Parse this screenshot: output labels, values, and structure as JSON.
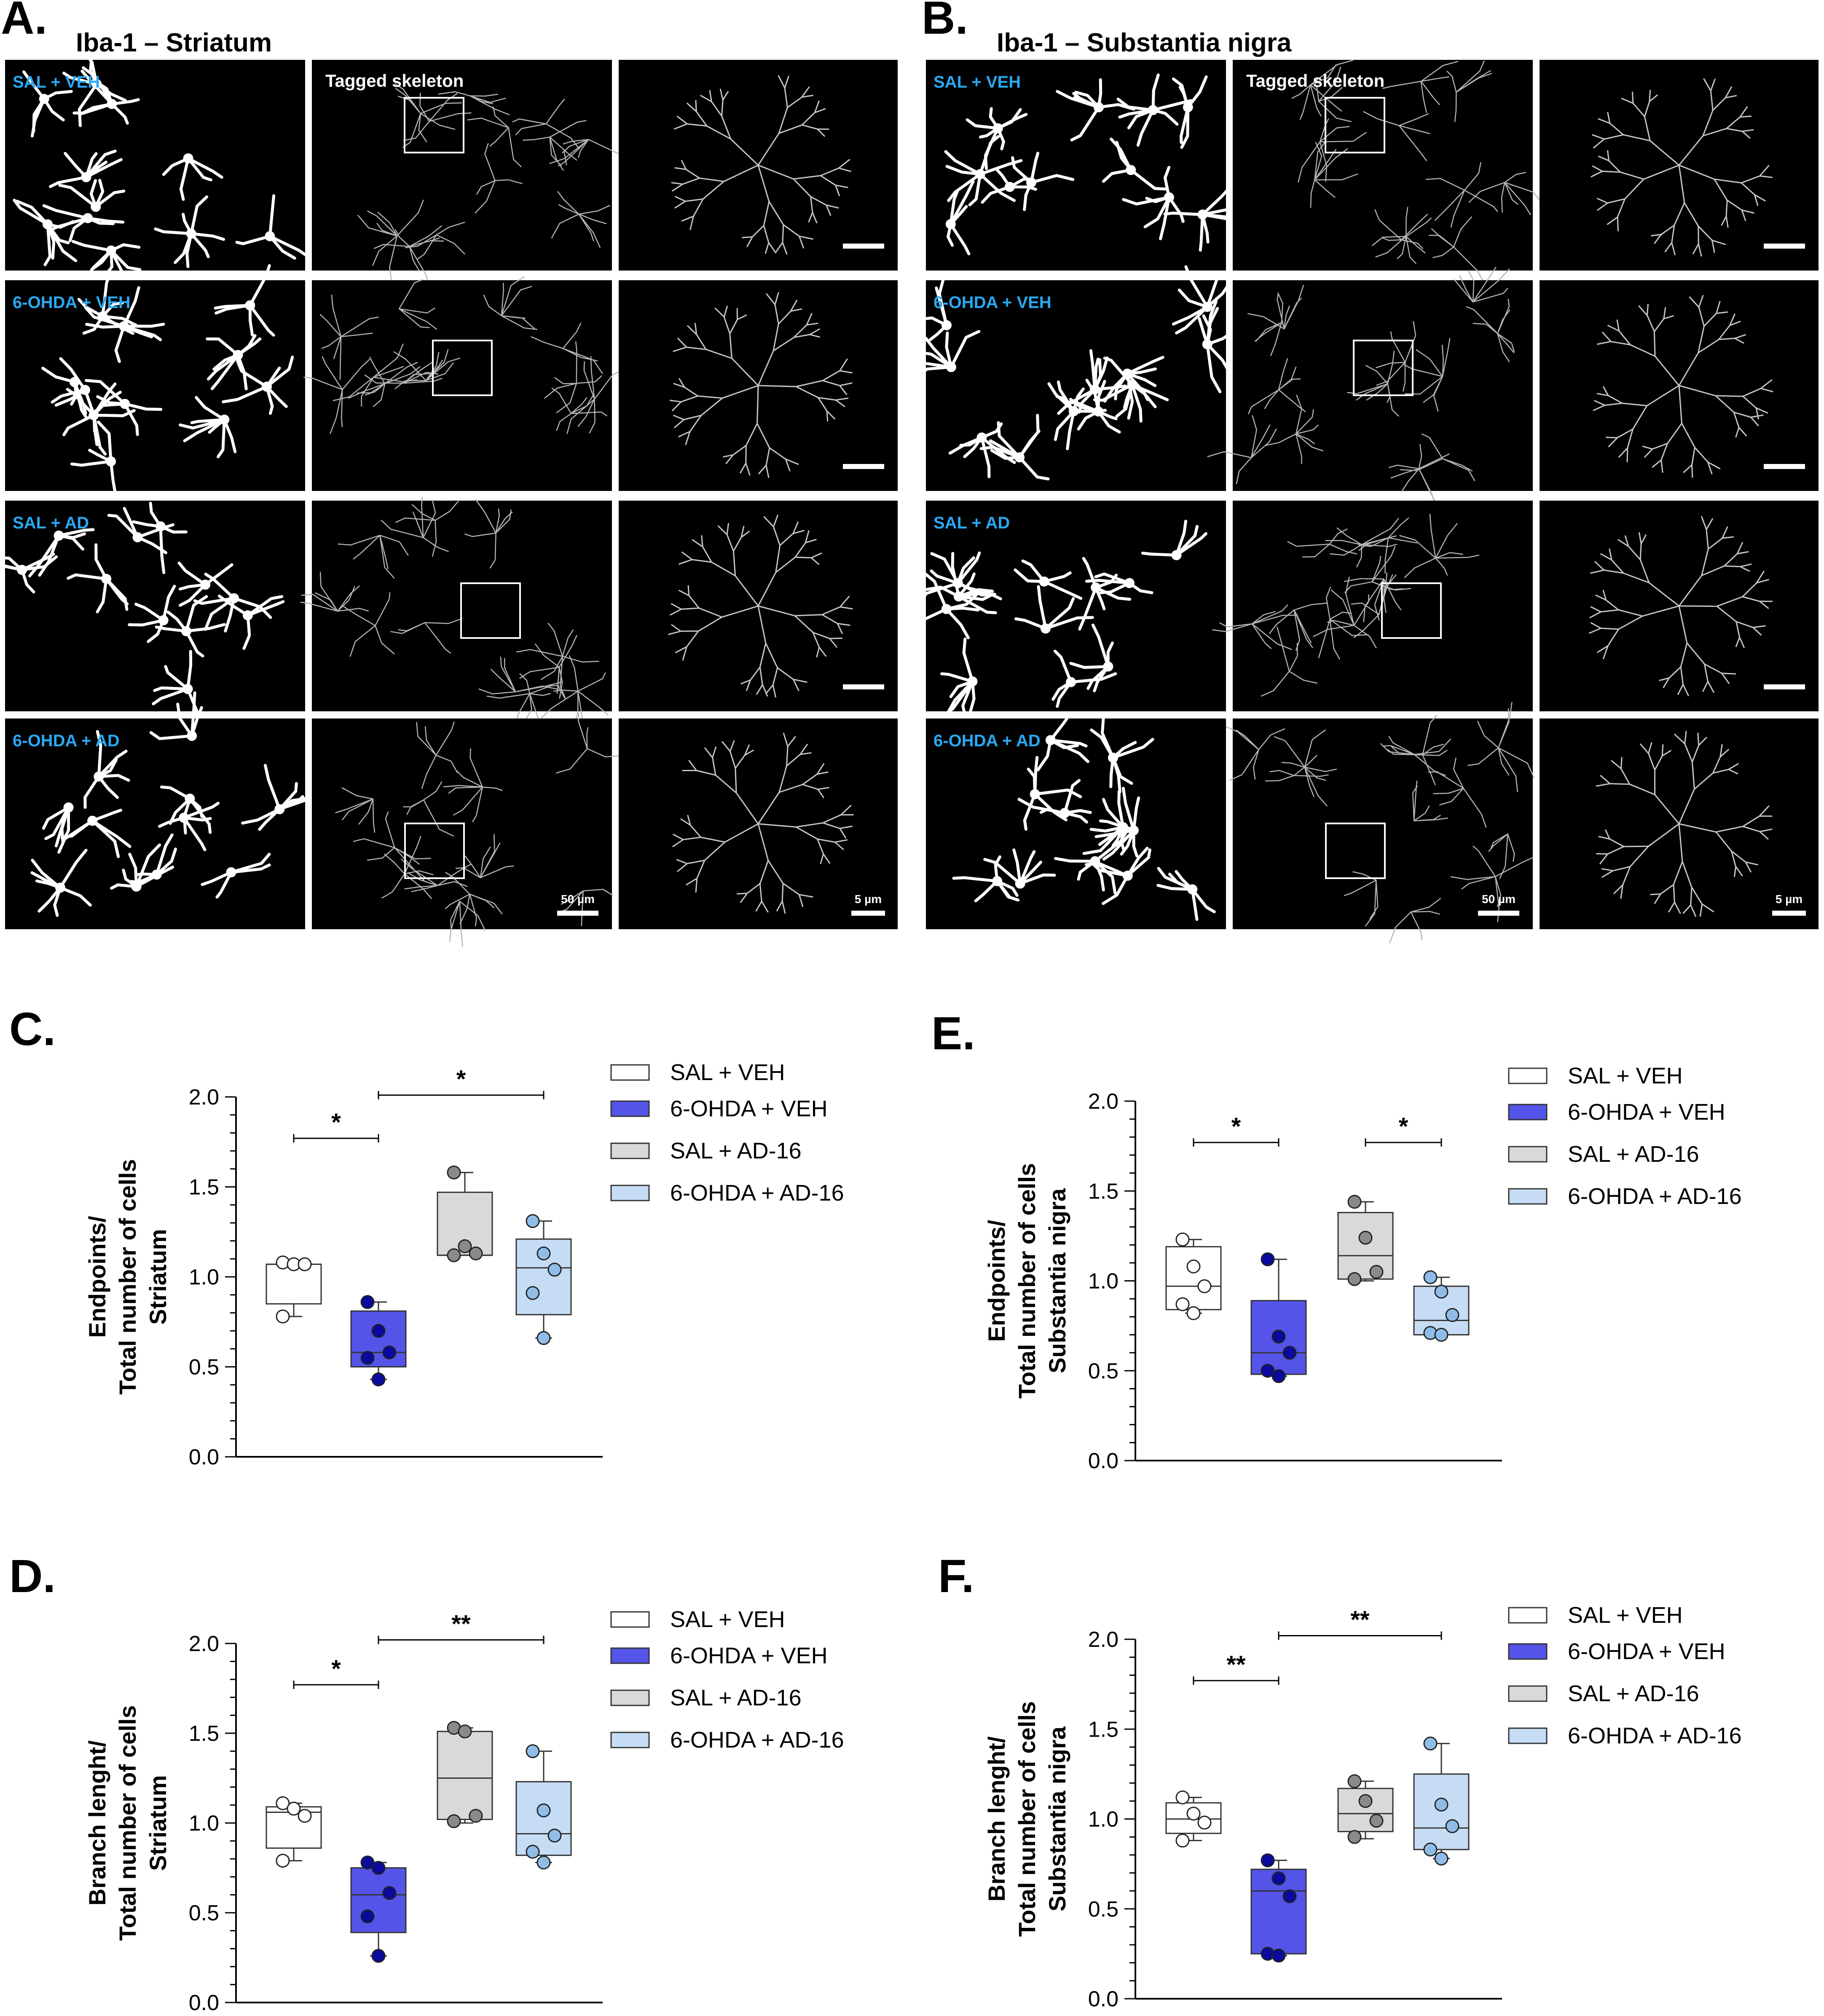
{
  "colors": {
    "fill_SAL_VEH": "#ffffff",
    "fill_6OHDA_VEH": "#5454e8",
    "fill_SAL_AD": "#d9d9d9",
    "fill_6OHDA_AD": "#c6dcf4",
    "dot_SAL_VEH": "#ffffff",
    "dot_6OHDA_VEH": "#0a0a9c",
    "dot_SAL_AD": "#8a8a8a",
    "dot_6OHDA_AD": "#8fbde8",
    "micro_label": "#2aa8f2",
    "panel_bg": "#000000"
  },
  "panel_A": {
    "letter": "A.",
    "title": "Iba-1 – Striatum",
    "col2_label": "Tagged skeleton",
    "row_labels": [
      "SAL + VEH",
      "6-OHDA + VEH",
      "SAL + AD",
      "6-OHDA + AD"
    ],
    "scale_50": "50 µm",
    "scale_5": "5 µm"
  },
  "panel_B": {
    "letter": "B.",
    "title": "Iba-1 – Substantia nigra",
    "col2_label": "Tagged skeleton",
    "row_labels": [
      "SAL + VEH",
      "6-OHDA + VEH",
      "SAL + AD",
      "6-OHDA + AD"
    ],
    "scale_50": "50 µm",
    "scale_5": "5 µm"
  },
  "chart_data": [
    {
      "panel": "C.",
      "type": "box",
      "ylabel_lines": [
        "Endpoints/",
        "Total number of cells",
        "Striatum"
      ],
      "ylim": [
        0,
        2.0
      ],
      "yticks": [
        "0.0",
        "0.5",
        "1.0",
        "1.5",
        "2.0"
      ],
      "legend": [
        "SAL + VEH",
        "6-OHDA + VEH",
        "SAL + AD-16",
        "6-OHDA + AD-16"
      ],
      "groups": [
        {
          "box": [
            0.85,
            1.07
          ],
          "median": 1.07,
          "whiskers": [
            0.78,
            1.08
          ],
          "points": [
            1.08,
            1.07,
            1.07,
            0.78
          ]
        },
        {
          "box": [
            0.5,
            0.81
          ],
          "median": 0.58,
          "whiskers": [
            0.43,
            0.86
          ],
          "points": [
            0.86,
            0.7,
            0.58,
            0.55,
            0.43
          ]
        },
        {
          "box": [
            1.12,
            1.47
          ],
          "median": 1.12,
          "whiskers": [
            1.12,
            1.58
          ],
          "points": [
            1.58,
            1.17,
            1.13,
            1.12
          ]
        },
        {
          "box": [
            0.79,
            1.21
          ],
          "median": 1.05,
          "whiskers": [
            0.66,
            1.31
          ],
          "points": [
            1.31,
            1.13,
            1.04,
            0.91,
            0.66
          ]
        }
      ],
      "significance": [
        {
          "from": 0,
          "to": 1,
          "label": "*",
          "y": 1.77
        },
        {
          "from": 1,
          "to": 3,
          "label": "*",
          "y": 2.01
        }
      ]
    },
    {
      "panel": "D.",
      "type": "box",
      "ylabel_lines": [
        "Branch lenght/",
        "Total number of cells",
        "Striatum"
      ],
      "ylim": [
        0,
        2.0
      ],
      "yticks": [
        "0.0",
        "0.5",
        "1.0",
        "1.5",
        "2.0"
      ],
      "legend": [
        "SAL + VEH",
        "6-OHDA + VEH",
        "SAL + AD-16",
        "6-OHDA + AD-16"
      ],
      "groups": [
        {
          "box": [
            0.86,
            1.09
          ],
          "median": 1.06,
          "whiskers": [
            0.79,
            1.11
          ],
          "points": [
            1.11,
            1.08,
            1.04,
            0.79
          ]
        },
        {
          "box": [
            0.39,
            0.75
          ],
          "median": 0.6,
          "whiskers": [
            0.26,
            0.78
          ],
          "points": [
            0.78,
            0.75,
            0.61,
            0.48,
            0.26
          ]
        },
        {
          "box": [
            1.02,
            1.51
          ],
          "median": 1.25,
          "whiskers": [
            1.0,
            1.53
          ],
          "points": [
            1.53,
            1.51,
            1.04,
            1.01
          ]
        },
        {
          "box": [
            0.82,
            1.23
          ],
          "median": 0.94,
          "whiskers": [
            0.78,
            1.4
          ],
          "points": [
            1.4,
            1.07,
            0.93,
            0.84,
            0.78
          ]
        }
      ],
      "significance": [
        {
          "from": 0,
          "to": 1,
          "label": "*",
          "y": 1.77
        },
        {
          "from": 1,
          "to": 3,
          "label": "**",
          "y": 2.02
        }
      ]
    },
    {
      "panel": "E.",
      "type": "box",
      "ylabel_lines": [
        "Endpoints/",
        "Total number of cells",
        "Substantia nigra"
      ],
      "ylim": [
        0,
        2.0
      ],
      "yticks": [
        "0.0",
        "0.5",
        "1.0",
        "1.5",
        "2.0"
      ],
      "legend": [
        "SAL + VEH",
        "6-OHDA + VEH",
        "SAL + AD-16",
        "6-OHDA + AD-16"
      ],
      "groups": [
        {
          "box": [
            0.84,
            1.19
          ],
          "median": 0.97,
          "whiskers": [
            0.82,
            1.23
          ],
          "points": [
            1.23,
            1.08,
            0.97,
            0.87,
            0.82
          ]
        },
        {
          "box": [
            0.48,
            0.89
          ],
          "median": 0.6,
          "whiskers": [
            0.47,
            1.12
          ],
          "points": [
            1.12,
            0.69,
            0.6,
            0.5,
            0.47
          ]
        },
        {
          "box": [
            1.01,
            1.38
          ],
          "median": 1.14,
          "whiskers": [
            1.0,
            1.44
          ],
          "points": [
            1.44,
            1.24,
            1.05,
            1.01
          ]
        },
        {
          "box": [
            0.7,
            0.97
          ],
          "median": 0.78,
          "whiskers": [
            0.7,
            1.02
          ],
          "points": [
            1.02,
            0.94,
            0.81,
            0.71,
            0.7
          ]
        }
      ],
      "significance": [
        {
          "from": 0,
          "to": 1,
          "label": "*",
          "y": 1.77
        },
        {
          "from": 2,
          "to": 3,
          "label": "*",
          "y": 1.77
        }
      ]
    },
    {
      "panel": "F.",
      "type": "box",
      "ylabel_lines": [
        "Branch lenght/",
        "Total number of cells",
        "Substantia nigra"
      ],
      "ylim": [
        0,
        2.0
      ],
      "yticks": [
        "0.0",
        "0.5",
        "1.0",
        "1.5",
        "2.0"
      ],
      "legend": [
        "SAL + VEH",
        "6-OHDA + VEH",
        "SAL + AD-16",
        "6-OHDA + AD-16"
      ],
      "groups": [
        {
          "box": [
            0.92,
            1.09
          ],
          "median": 1.0,
          "whiskers": [
            0.88,
            1.12
          ],
          "points": [
            1.12,
            1.03,
            0.98,
            0.88
          ]
        },
        {
          "box": [
            0.25,
            0.72
          ],
          "median": 0.6,
          "whiskers": [
            0.24,
            0.77
          ],
          "points": [
            0.77,
            0.67,
            0.57,
            0.25,
            0.24
          ]
        },
        {
          "box": [
            0.93,
            1.17
          ],
          "median": 1.03,
          "whiskers": [
            0.89,
            1.21
          ],
          "points": [
            1.21,
            1.1,
            0.99,
            0.9
          ]
        },
        {
          "box": [
            0.83,
            1.25
          ],
          "median": 0.95,
          "whiskers": [
            0.78,
            1.42
          ],
          "points": [
            1.42,
            1.08,
            0.96,
            0.83,
            0.78
          ]
        }
      ],
      "significance": [
        {
          "from": 0,
          "to": 1,
          "label": "**",
          "y": 1.77
        },
        {
          "from": 1,
          "to": 3,
          "label": "**",
          "y": 2.02
        }
      ]
    }
  ]
}
